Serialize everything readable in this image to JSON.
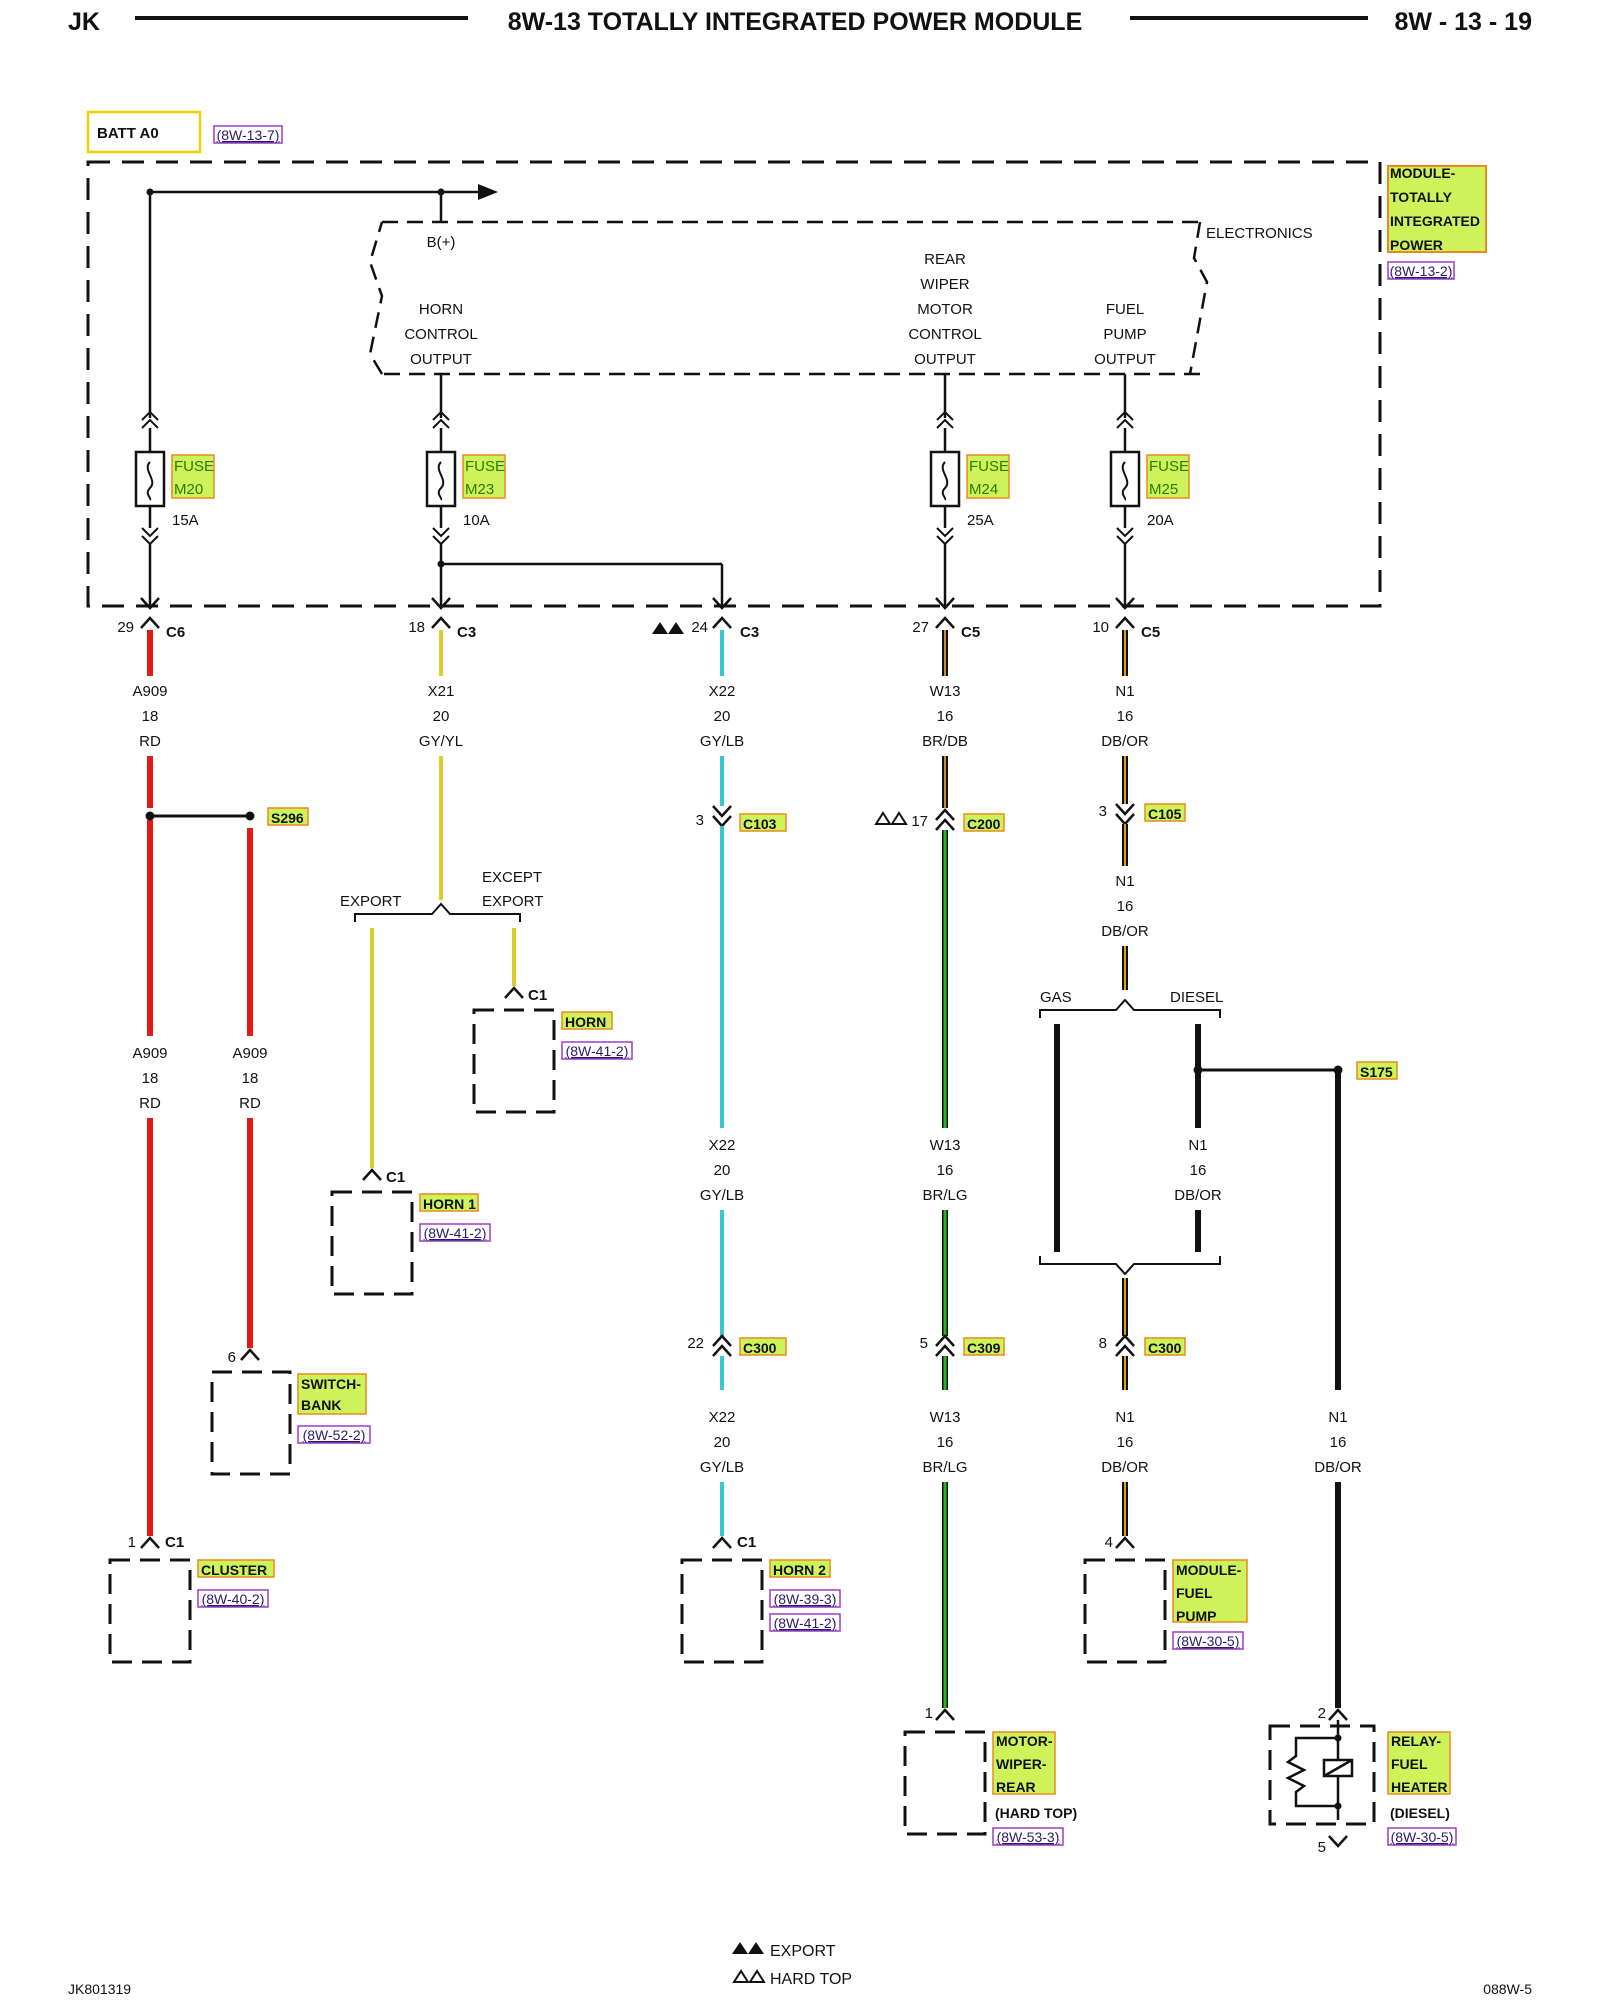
{
  "header": {
    "left": "JK",
    "title": "8W-13 TOTALLY INTEGRATED POWER MODULE",
    "page": "8W - 13 - 19"
  },
  "source": {
    "name": "BATT A0",
    "ref": "(8W-13-7)"
  },
  "module": {
    "lines": [
      "MODULE-",
      "TOTALLY",
      "INTEGRATED",
      "POWER"
    ],
    "ref": "(8W-13-2)"
  },
  "electronics": {
    "label": "ELECTRONICS",
    "bplus": "B(+)",
    "horn_output": [
      "HORN",
      "CONTROL",
      "OUTPUT"
    ],
    "wiper_output": [
      "REAR",
      "WIPER",
      "MOTOR",
      "CONTROL",
      "OUTPUT"
    ],
    "fuel_output": [
      "FUEL",
      "PUMP",
      "OUTPUT"
    ]
  },
  "fuses": [
    {
      "label": "FUSE",
      "id": "M20",
      "rating": "15A"
    },
    {
      "label": "FUSE",
      "id": "M23",
      "rating": "10A"
    },
    {
      "label": "FUSE",
      "id": "M24",
      "rating": "25A"
    },
    {
      "label": "FUSE",
      "id": "M25",
      "rating": "20A"
    }
  ],
  "connectors_top": [
    {
      "pin": "29",
      "conn": "C6"
    },
    {
      "pin": "18",
      "conn": "C3"
    },
    {
      "pin": "24",
      "conn": "C3"
    },
    {
      "pin": "27",
      "conn": "C5"
    },
    {
      "pin": "10",
      "conn": "C5"
    }
  ],
  "wires": {
    "a909_top": [
      "A909",
      "18",
      "RD"
    ],
    "a909_left": [
      "A909",
      "18",
      "RD"
    ],
    "a909_right": [
      "A909",
      "18",
      "RD"
    ],
    "x21": [
      "X21",
      "20",
      "GY/YL"
    ],
    "x22_top": [
      "X22",
      "20",
      "GY/LB"
    ],
    "x22_mid": [
      "X22",
      "20",
      "GY/LB"
    ],
    "x22_bot": [
      "X22",
      "20",
      "GY/LB"
    ],
    "w13_top": [
      "W13",
      "16",
      "BR/DB"
    ],
    "w13_mid": [
      "W13",
      "16",
      "BR/LG"
    ],
    "w13_bot": [
      "W13",
      "16",
      "BR/LG"
    ],
    "n1_top": [
      "N1",
      "16",
      "DB/OR"
    ],
    "n1_mid": [
      "N1",
      "16",
      "DB/OR"
    ],
    "n1_diesel": [
      "N1",
      "16",
      "DB/OR"
    ],
    "n1_bot": [
      "N1",
      "16",
      "DB/OR"
    ],
    "n1_relay": [
      "N1",
      "16",
      "DB/OR"
    ]
  },
  "splices": {
    "s296": "S296",
    "s175": "S175"
  },
  "inline": {
    "c103": {
      "pin": "3",
      "conn": "C103"
    },
    "c200": {
      "pin": "17",
      "conn": "C200"
    },
    "c105": {
      "pin": "3",
      "conn": "C105"
    },
    "c300a": {
      "pin": "22",
      "conn": "C300"
    },
    "c309": {
      "pin": "5",
      "conn": "C309"
    },
    "c300b": {
      "pin": "8",
      "conn": "C300"
    }
  },
  "branches": {
    "export": "EXPORT",
    "except_export": [
      "EXCEPT",
      "EXPORT"
    ],
    "gas": "GAS",
    "diesel": "DIESEL"
  },
  "components": {
    "horn": {
      "conn": "C1",
      "name": "HORN",
      "ref": "(8W-41-2)"
    },
    "horn1": {
      "conn": "C1",
      "name": "HORN 1",
      "ref": "(8W-41-2)"
    },
    "switch_bank": {
      "pin": "6",
      "lines": [
        "SWITCH-",
        "BANK"
      ],
      "ref": "(8W-52-2)"
    },
    "cluster": {
      "pin": "1",
      "conn": "C1",
      "name": "CLUSTER",
      "ref": "(8W-40-2)"
    },
    "horn2": {
      "conn": "C1",
      "name": "HORN 2",
      "refs": [
        "(8W-39-3)",
        "(8W-41-2)"
      ]
    },
    "fuel_pump": {
      "pin": "4",
      "lines": [
        "MODULE-",
        "FUEL",
        "PUMP"
      ],
      "ref": "(8W-30-5)"
    },
    "wiper": {
      "pin": "1",
      "lines": [
        "MOTOR-",
        "WIPER-",
        "REAR"
      ],
      "note": "(HARD TOP)",
      "ref": "(8W-53-3)"
    },
    "relay": {
      "pin_in": "2",
      "pin_out": "5",
      "lines": [
        "RELAY-",
        "FUEL",
        "HEATER"
      ],
      "note": "(DIESEL)",
      "ref": "(8W-30-5)"
    }
  },
  "legend": {
    "export": "EXPORT",
    "hard_top": "HARD TOP"
  },
  "footer": {
    "left": "JK801319",
    "right": "088W-5"
  },
  "colors": {
    "red": "#e81818",
    "yellow": "#d8cf2a",
    "cyan": "#38c8d0",
    "green": "#22b81e",
    "orange": "#e39a22",
    "highlight": "#cdf25a",
    "highlight_border": "#e88a1c",
    "source_border": "#f0d000",
    "ref_border": "#9c3cc8"
  }
}
